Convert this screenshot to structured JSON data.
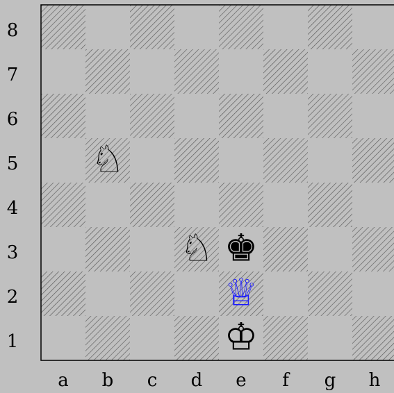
{
  "board": {
    "files": [
      "a",
      "b",
      "c",
      "d",
      "e",
      "f",
      "g",
      "h"
    ],
    "ranks": [
      "8",
      "7",
      "6",
      "5",
      "4",
      "3",
      "2",
      "1"
    ],
    "colors": {
      "background": "#c0c0c0",
      "light_square": "#c0c0c0",
      "dark_square_hatch": "#5a5a5a",
      "border": "#000000",
      "highlight_piece": "#1a1aff"
    }
  },
  "pieces": [
    {
      "square": "b5",
      "piece": "knight",
      "color": "white",
      "glyph": "♘",
      "highlight": false
    },
    {
      "square": "d3",
      "piece": "knight",
      "color": "white",
      "glyph": "♘",
      "highlight": false
    },
    {
      "square": "e3",
      "piece": "king",
      "color": "black",
      "glyph": "♚",
      "highlight": false
    },
    {
      "square": "e2",
      "piece": "queen",
      "color": "white",
      "glyph": "♕",
      "highlight": true
    },
    {
      "square": "e1",
      "piece": "king",
      "color": "white",
      "glyph": "♔",
      "highlight": false
    }
  ]
}
